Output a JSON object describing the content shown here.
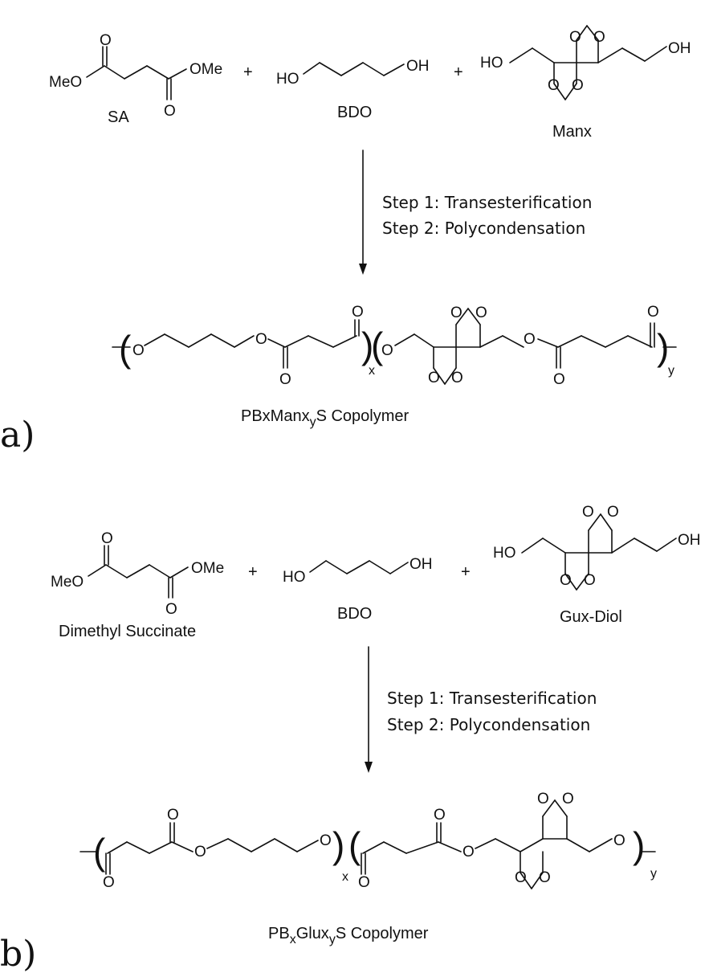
{
  "panel_a": {
    "label": "a)",
    "reactants": {
      "sa": {
        "name": "SA",
        "left_group": "MeO",
        "right_group": "OMe"
      },
      "bdo": {
        "name": "BDO",
        "left_group": "HO",
        "right_group": "OH"
      },
      "manx": {
        "name": "Manx",
        "left_group": "HO",
        "right_group": "OH"
      }
    },
    "plus": "+",
    "steps": [
      "Step 1: Transesterification",
      "Step 2: Polycondensation"
    ],
    "product": {
      "name_main": "PBxManx",
      "name_sub": "y",
      "name_tail": "S Copolymer",
      "index_x": "x",
      "index_y": "y"
    }
  },
  "panel_b": {
    "label": "b)",
    "reactants": {
      "ds": {
        "name": "Dimethyl Succinate",
        "left_group": "MeO",
        "right_group": "OMe"
      },
      "bdo": {
        "name": "BDO",
        "left_group": "HO",
        "right_group": "OH"
      },
      "gux": {
        "name": "Gux-Diol",
        "left_group": "HO",
        "right_group": "OH"
      }
    },
    "plus": "+",
    "steps": [
      "Step 1: Transesterification",
      "Step 2: Polycondensation"
    ],
    "product": {
      "name_a": "PB",
      "name_sub_x": "x",
      "name_b": "Glux",
      "name_sub_y": "y",
      "name_c": "S Copolymer",
      "index_x": "x",
      "index_y": "y"
    }
  },
  "atoms": {
    "oxygen": "O"
  }
}
